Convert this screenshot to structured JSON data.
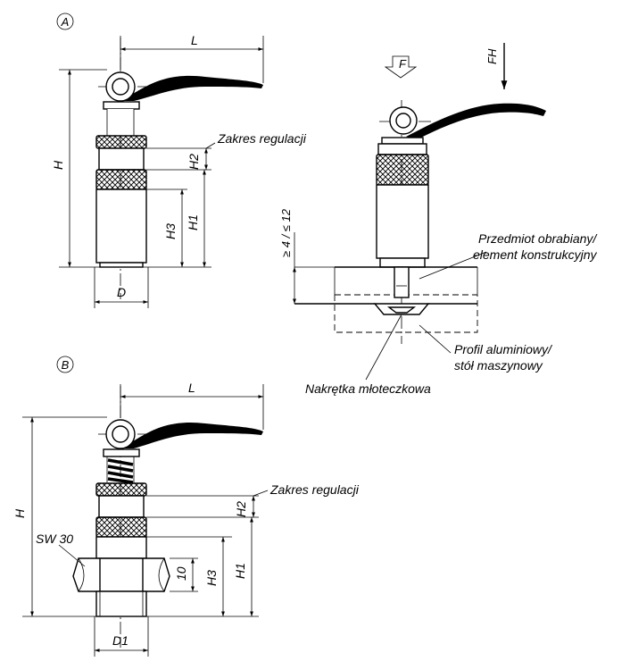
{
  "view_a": {
    "marker": "A",
    "dims": {
      "L": "L",
      "H": "H",
      "H1": "H1",
      "H2": "H2",
      "H3": "H3",
      "D": "D"
    },
    "note": "Zakres regulacji"
  },
  "view_a_mounted": {
    "force_f": "F",
    "force_fh": "FH",
    "thickness": "≥ 4 / ≤ 12",
    "workpiece_line1": "Przedmiot obrabiany/",
    "workpiece_line2": "element konstrukcyjny",
    "profile_line1": "Profil aluminiowy/",
    "profile_line2": "stół maszynowy",
    "nut": "Nakrętka młoteczkowa"
  },
  "view_b": {
    "marker": "B",
    "dims": {
      "L": "L",
      "H": "H",
      "H1": "H1",
      "H2": "H2",
      "H3": "H3",
      "D1": "D1",
      "ten": "10"
    },
    "wrench": "SW 30",
    "note": "Zakres regulacji"
  }
}
